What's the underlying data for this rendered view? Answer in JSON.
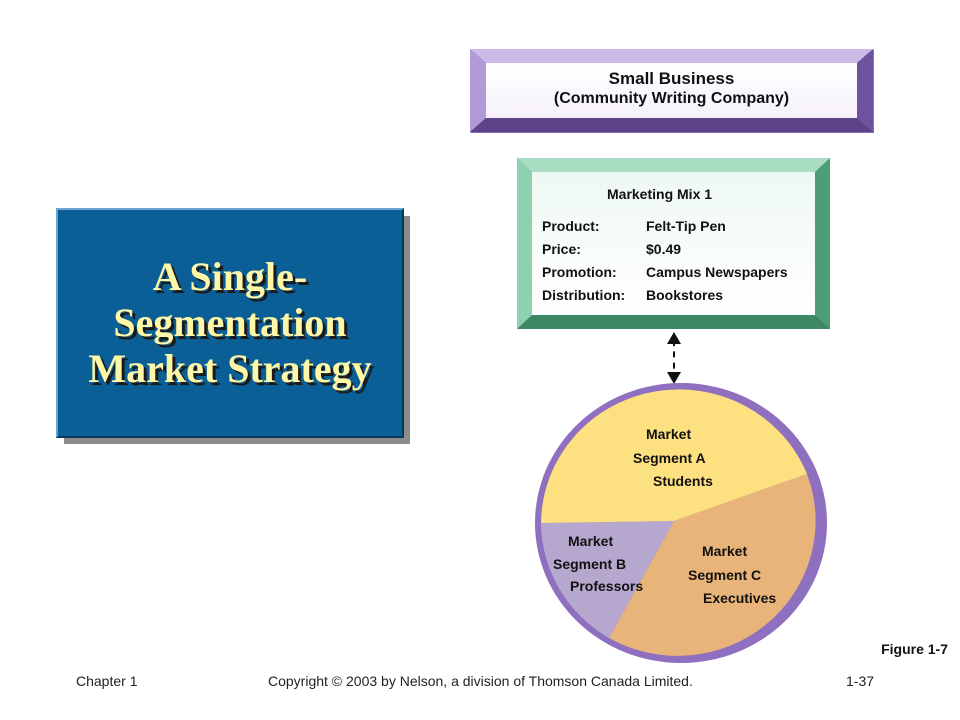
{
  "title": {
    "lines": [
      "A Single-",
      "Segmentation",
      "Market Strategy"
    ]
  },
  "small_business": {
    "line1": "Small Business",
    "line2": "(Community Writing Company)"
  },
  "marketing_mix": {
    "heading": "Marketing Mix 1",
    "rows": [
      {
        "key": "Product:",
        "value": "Felt-Tip Pen"
      },
      {
        "key": "Price:",
        "value": "$0.49"
      },
      {
        "key": "Promotion:",
        "value": "Campus Newspapers"
      },
      {
        "key": "Distribution:",
        "value": "Bookstores"
      }
    ]
  },
  "segments": {
    "a": {
      "line1": "Market",
      "line2": "Segment A",
      "line3": "Students",
      "color": "#fde07f"
    },
    "b": {
      "line1": "Market",
      "line2": "Segment B",
      "line3": "Professors",
      "color": "#b6a7cf"
    },
    "c": {
      "line1": "Market",
      "line2": "Segment C",
      "line3": "Executives",
      "color": "#e9b47a"
    },
    "rim_color": "#8f6fbf"
  },
  "figure": "Figure 1-7",
  "footer": {
    "chapter": "Chapter 1",
    "copyright": "Copyright © 2003 by Nelson, a division of Thomson Canada Limited.",
    "page": "1-37"
  }
}
